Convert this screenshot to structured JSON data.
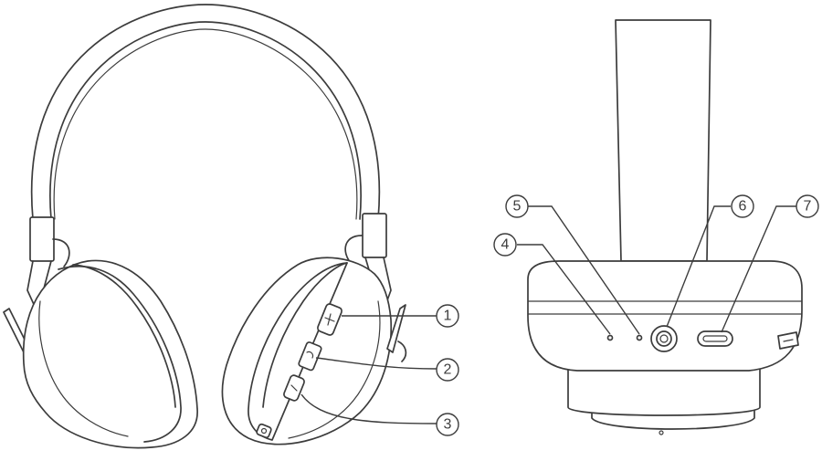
{
  "callouts": {
    "c1": {
      "label": "1"
    },
    "c2": {
      "label": "2"
    },
    "c3": {
      "label": "3"
    },
    "c4": {
      "label": "4"
    },
    "c5": {
      "label": "5"
    },
    "c6": {
      "label": "6"
    },
    "c7": {
      "label": "7"
    }
  },
  "colors": {
    "line": "#3c3c3c",
    "background": "#ffffff"
  }
}
